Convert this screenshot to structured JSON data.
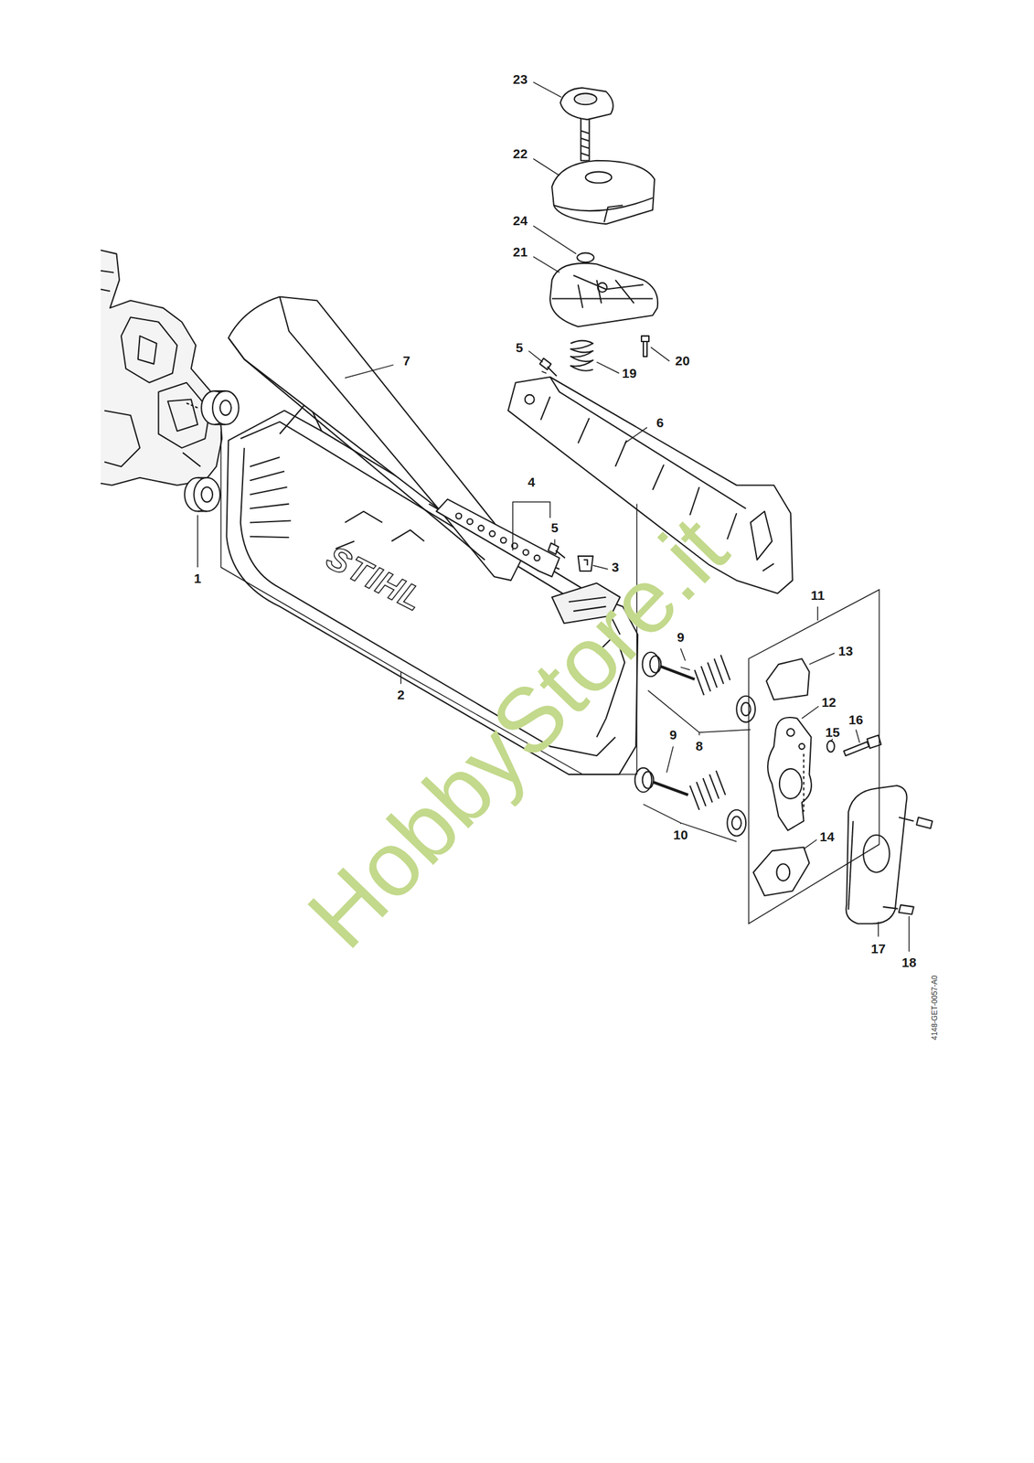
{
  "diagram": {
    "labels": [
      "23",
      "22",
      "24",
      "21",
      "5",
      "19",
      "20",
      "7",
      "6",
      "4",
      "5",
      "3",
      "1",
      "2",
      "11",
      "13",
      "9",
      "12",
      "15",
      "16",
      "8",
      "9",
      "14",
      "10",
      "17",
      "18",
      "STIHL",
      "HobbyStore.it",
      "4148-GET-0057-A0"
    ]
  }
}
